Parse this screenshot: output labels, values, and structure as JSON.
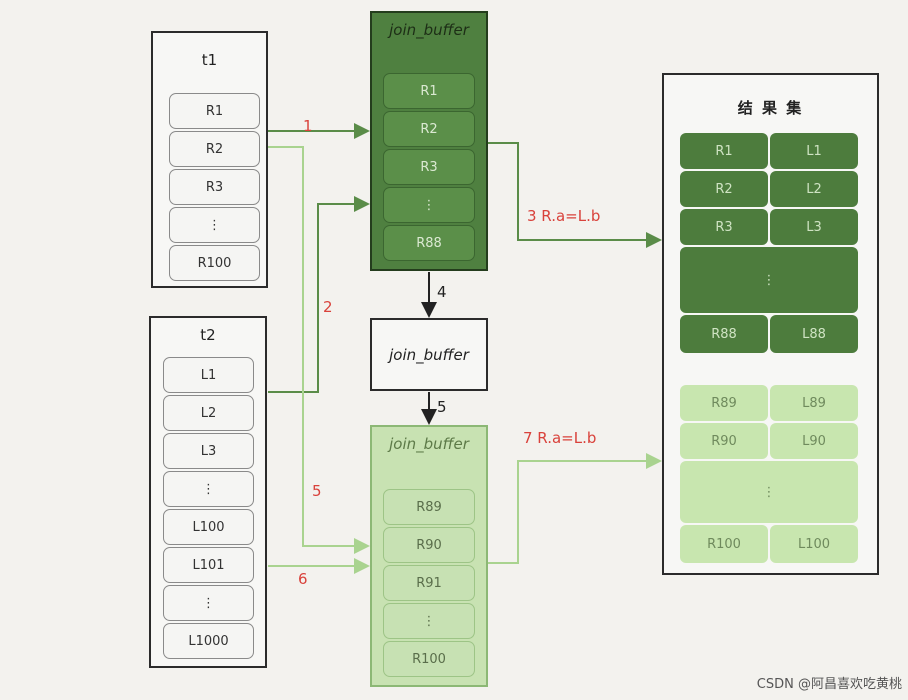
{
  "t1": {
    "title": "t1",
    "rows": [
      "R1",
      "R2",
      "R3",
      "⋮",
      "R100"
    ]
  },
  "t2": {
    "title": "t2",
    "rows": [
      "L1",
      "L2",
      "L3",
      "⋮",
      "L100",
      "L101",
      "⋮",
      "L1000"
    ]
  },
  "jb1": {
    "title": "join_buffer",
    "rows": [
      "R1",
      "R2",
      "R3",
      "⋮",
      "R88"
    ]
  },
  "jb2": {
    "title": "join_buffer"
  },
  "jb3": {
    "title": "join_buffer",
    "rows": [
      "R89",
      "R90",
      "R91",
      "⋮",
      "R100"
    ]
  },
  "result": {
    "title": "结 果 集",
    "dark_rows": [
      [
        "R1",
        "L1"
      ],
      [
        "R2",
        "L2"
      ],
      [
        "R3",
        "L3"
      ],
      [
        "⋮",
        ""
      ],
      [
        "R88",
        "L88"
      ]
    ],
    "light_rows": [
      [
        "R89",
        "L89"
      ],
      [
        "R90",
        "L90"
      ],
      [
        "⋮",
        ""
      ],
      [
        "R100",
        "L100"
      ]
    ]
  },
  "steps": {
    "s1": "1",
    "s2": "2",
    "s3": "3 R.a=L.b",
    "s4": "4",
    "s5a": "5",
    "s5b": "5",
    "s6": "6",
    "s7": "7 R.a=L.b"
  },
  "colors": {
    "dark_green": "#4f8040",
    "light_green": "#c8e2b2",
    "red": "#d9423b"
  },
  "watermark": "CSDN @阿昌喜欢吃黄桃"
}
